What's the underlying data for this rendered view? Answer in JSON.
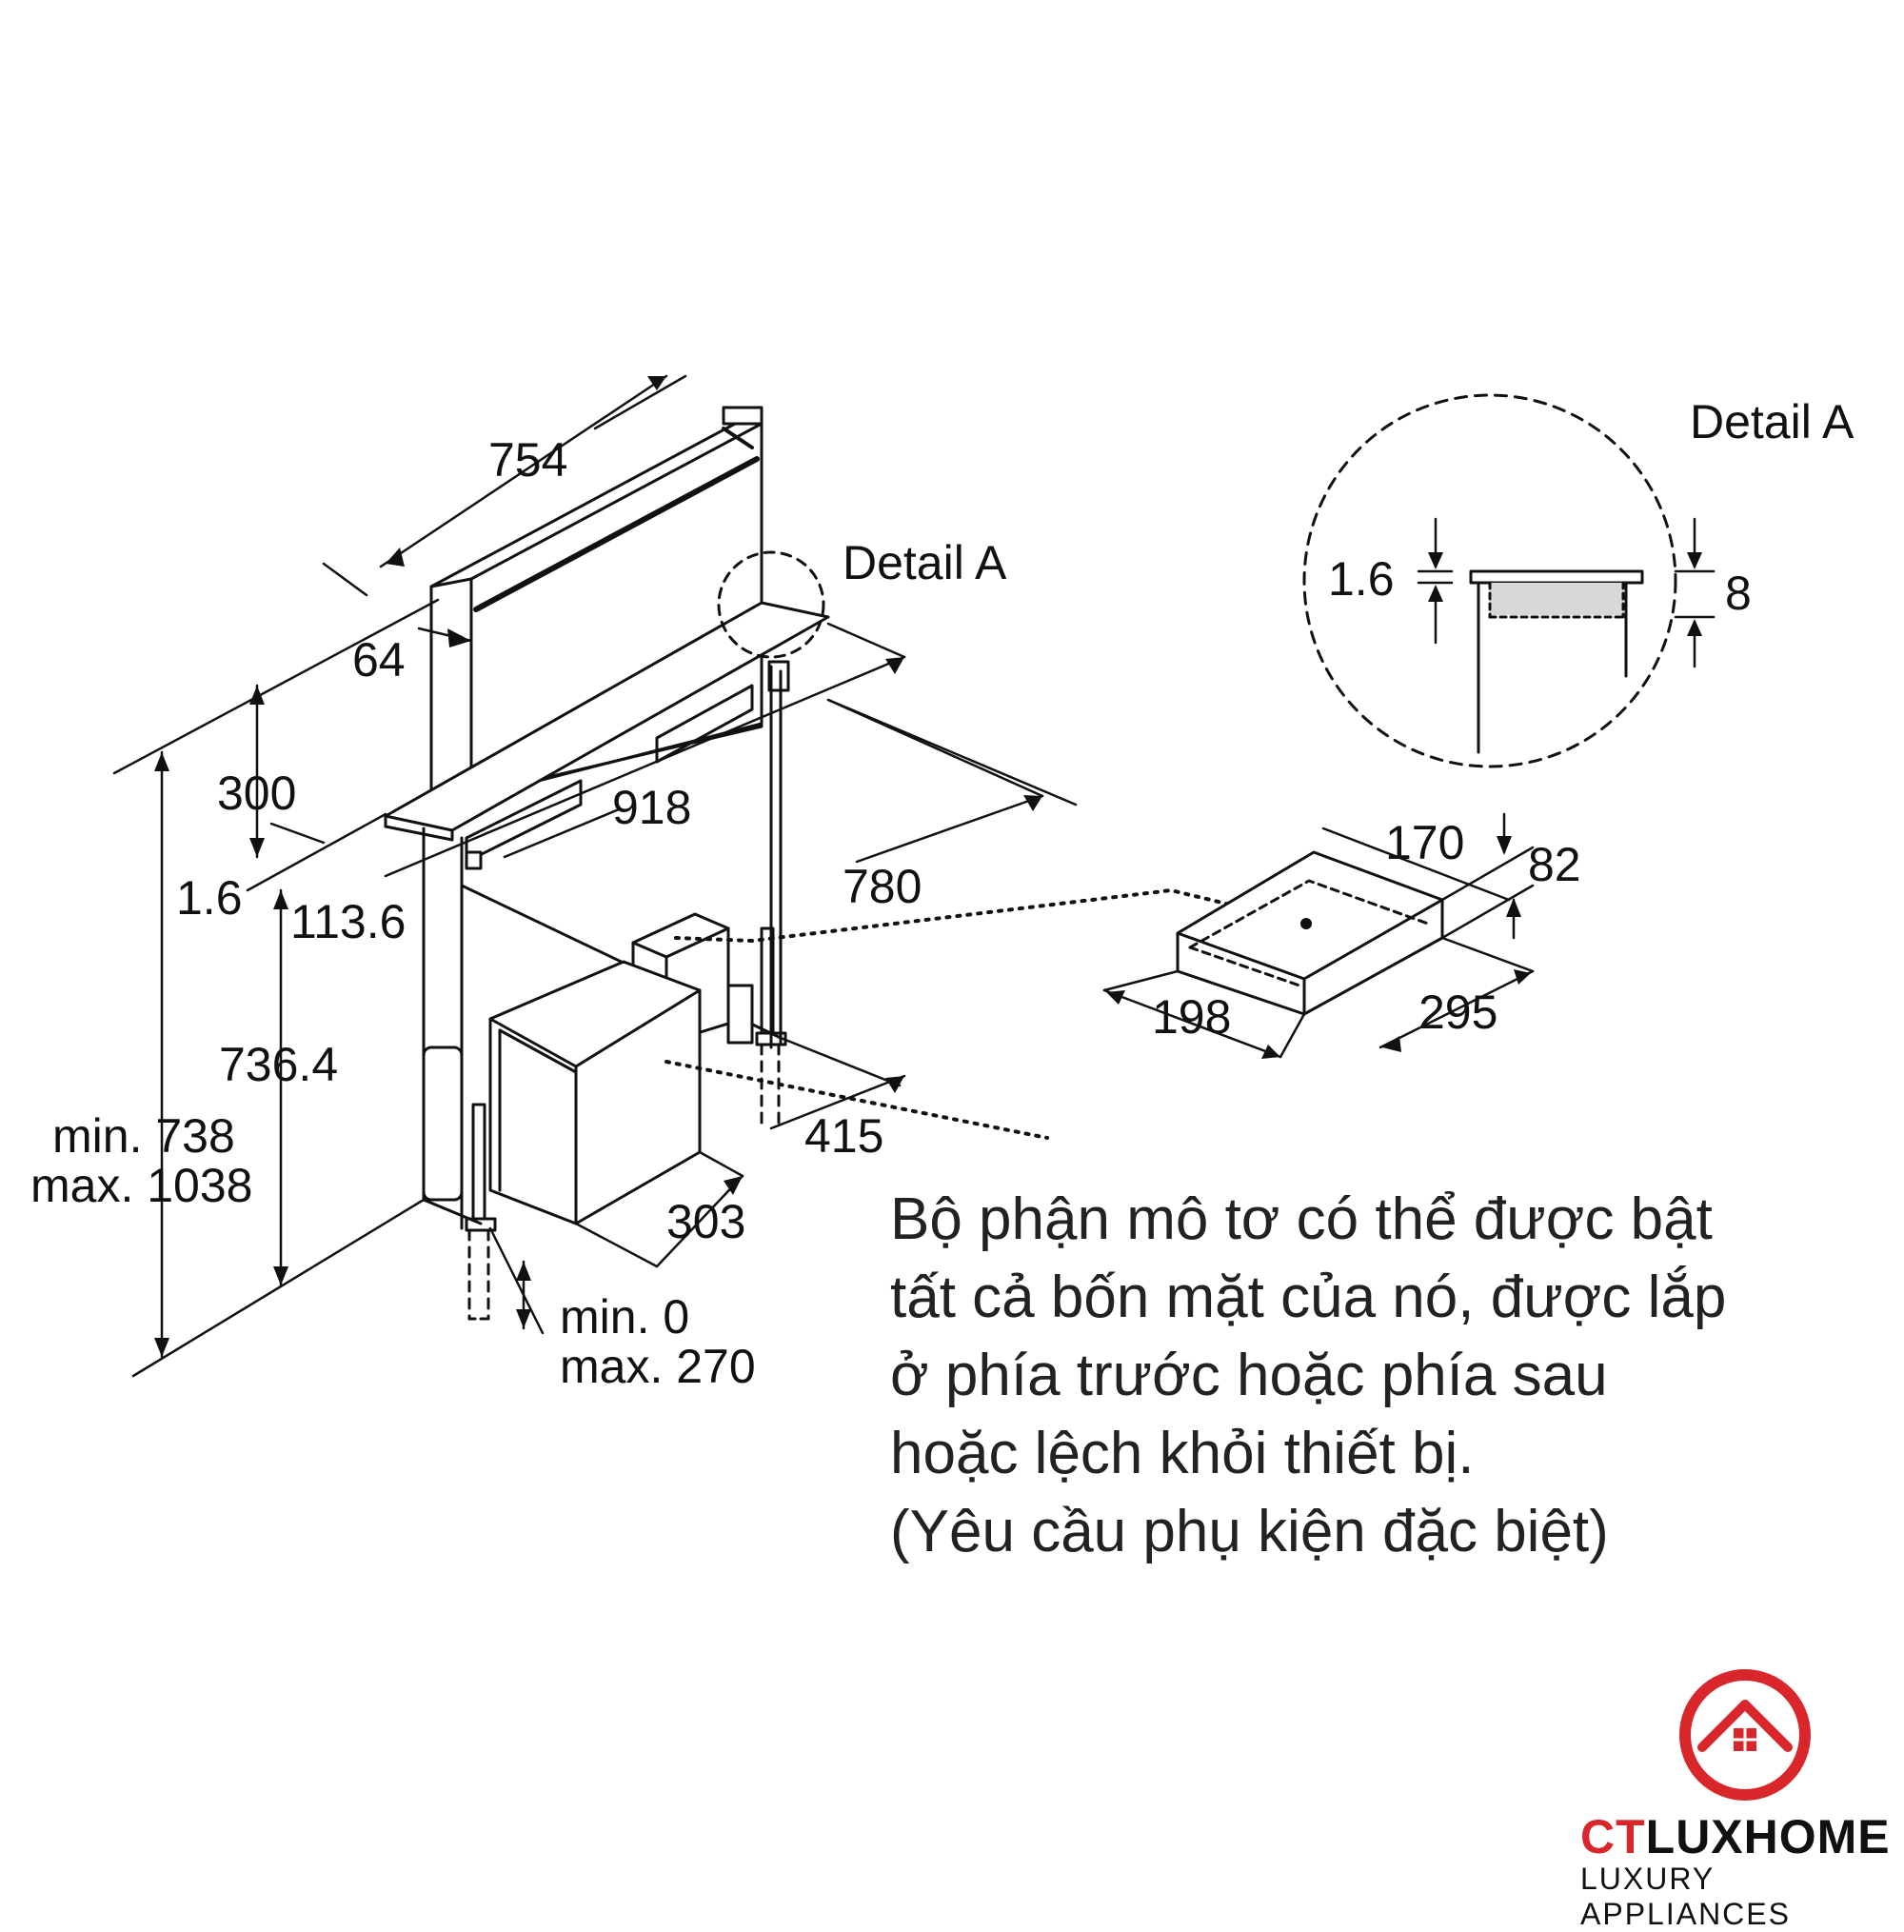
{
  "dimensions": {
    "d754": "754",
    "d64": "64",
    "d300": "300",
    "d918": "918",
    "d1_6": "1.6",
    "d113_6": "113.6",
    "d780": "780",
    "d736_4": "736.4",
    "min738": "min. 738",
    "max1038": "max. 1038",
    "d415": "415",
    "d303": "303",
    "min0": "min. 0",
    "max270": "max. 270",
    "d170": "170",
    "d82": "82",
    "d198": "198",
    "d295": "295"
  },
  "detail_a_label": "Detail A",
  "detail_a_title": "Detail A",
  "detail_a": {
    "top_thickness": "1.6",
    "depth": "8"
  },
  "note": {
    "lines": [
      "Bộ phận mô tơ có thể được bật",
      "tất cả bốn mặt của nó, được lắp",
      "ở phía trước hoặc phía sau",
      "hoặc lệch khỏi thiết bị.",
      "(Yêu cầu phụ kiện đặc biệt)"
    ]
  },
  "brand": {
    "name_ct": "CT",
    "name_rest": "LUXHOME",
    "tagline": "LUXURY APPLIANCES",
    "color": "#d9262b"
  }
}
